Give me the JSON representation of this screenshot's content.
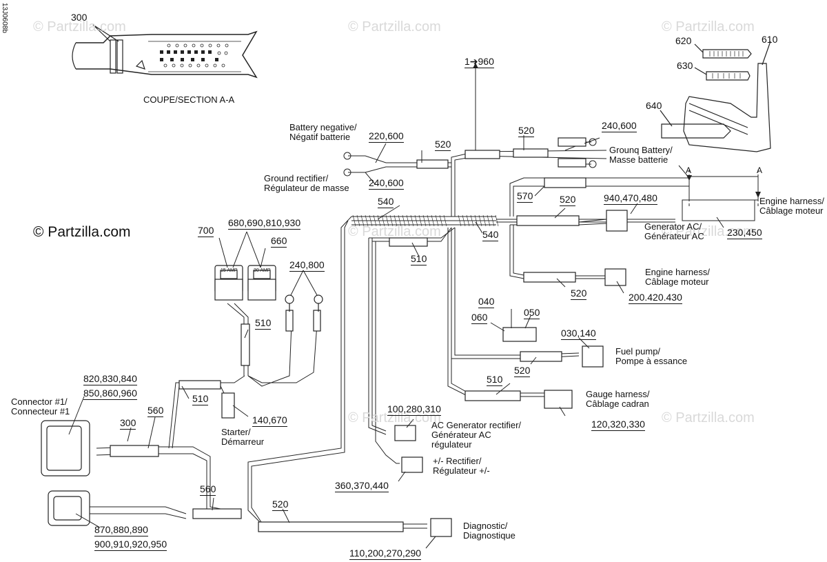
{
  "doc_id": "13J0608b",
  "watermark": "© Partzilla.com",
  "section_title": "COUPE/SECTION A-A",
  "section_marker": "A",
  "refs": {
    "r300a": "300",
    "r300b": "300",
    "r620": "620",
    "r610": "610",
    "r630": "630",
    "r640": "640",
    "r960": "1➔960",
    "r520a": "520",
    "r520b": "520",
    "r520c": "520",
    "r520d": "520",
    "r520e": "520",
    "r520f": "520",
    "r220600": "220,600",
    "r240600a": "240,600",
    "r240600b": "240,600",
    "r540a": "540",
    "r540b": "540",
    "r570": "570",
    "r940470480": "940,470,480",
    "r230450": "230,450",
    "r700": "700",
    "r680690": "680,690,810,930",
    "r660": "660",
    "r240800": "240,800",
    "r510a": "510",
    "r510b": "510",
    "r510c": "510",
    "r510d": "510",
    "r200420430": "200.420.430",
    "r040": "040",
    "r060": "060",
    "r050": "050",
    "r030140": "030,140",
    "r820": "820,830,840",
    "r850": "850,860,960",
    "r560a": "560",
    "r560b": "560",
    "r140670": "140,670",
    "r100280310": "100,280,310",
    "r120320330": "120,320,330",
    "r360370440": "360,370,440",
    "r870880890": "870,880,890",
    "r900": "900,910,920,950",
    "r110": "110,200,270,290"
  },
  "labels": {
    "batt_neg_1": "Battery negative/",
    "batt_neg_2": "Négatif batterie",
    "gnd_rect_1": "Ground rectifier/",
    "gnd_rect_2": "Régulateur de masse",
    "gnd_batt_1": "Grounq Battery/",
    "gnd_batt_2": "Masse batterie",
    "eng1_1": "Engine harness/",
    "eng1_2": "Câblage moteur",
    "gen_ac_1": "Generator AC/",
    "gen_ac_2": "Générateur AC",
    "eng2_1": "Engine harness/",
    "eng2_2": "Câblage moteur",
    "fuel_1": "Fuel pump/",
    "fuel_2": "Pompe à essance",
    "gauge_1": "Gauge harness/",
    "gauge_2": "Câblage cadran",
    "conn1_1": "Connector #1/",
    "conn1_2": "Connecteur #1",
    "starter_1": "Starter/",
    "starter_2": "Démarreur",
    "acgen_1": "AC Generator rectifier/",
    "acgen_2": "Générateur AC",
    "acgen_3": "régulateur",
    "rect_1": "+/- Rectifier/",
    "rect_2": "Régulateur +/-",
    "diag_1": "Diagnostic/",
    "diag_2": "Diagnostique"
  },
  "fuse_labels": {
    "f1": "15 AMP",
    "f2": "30 AMP"
  }
}
